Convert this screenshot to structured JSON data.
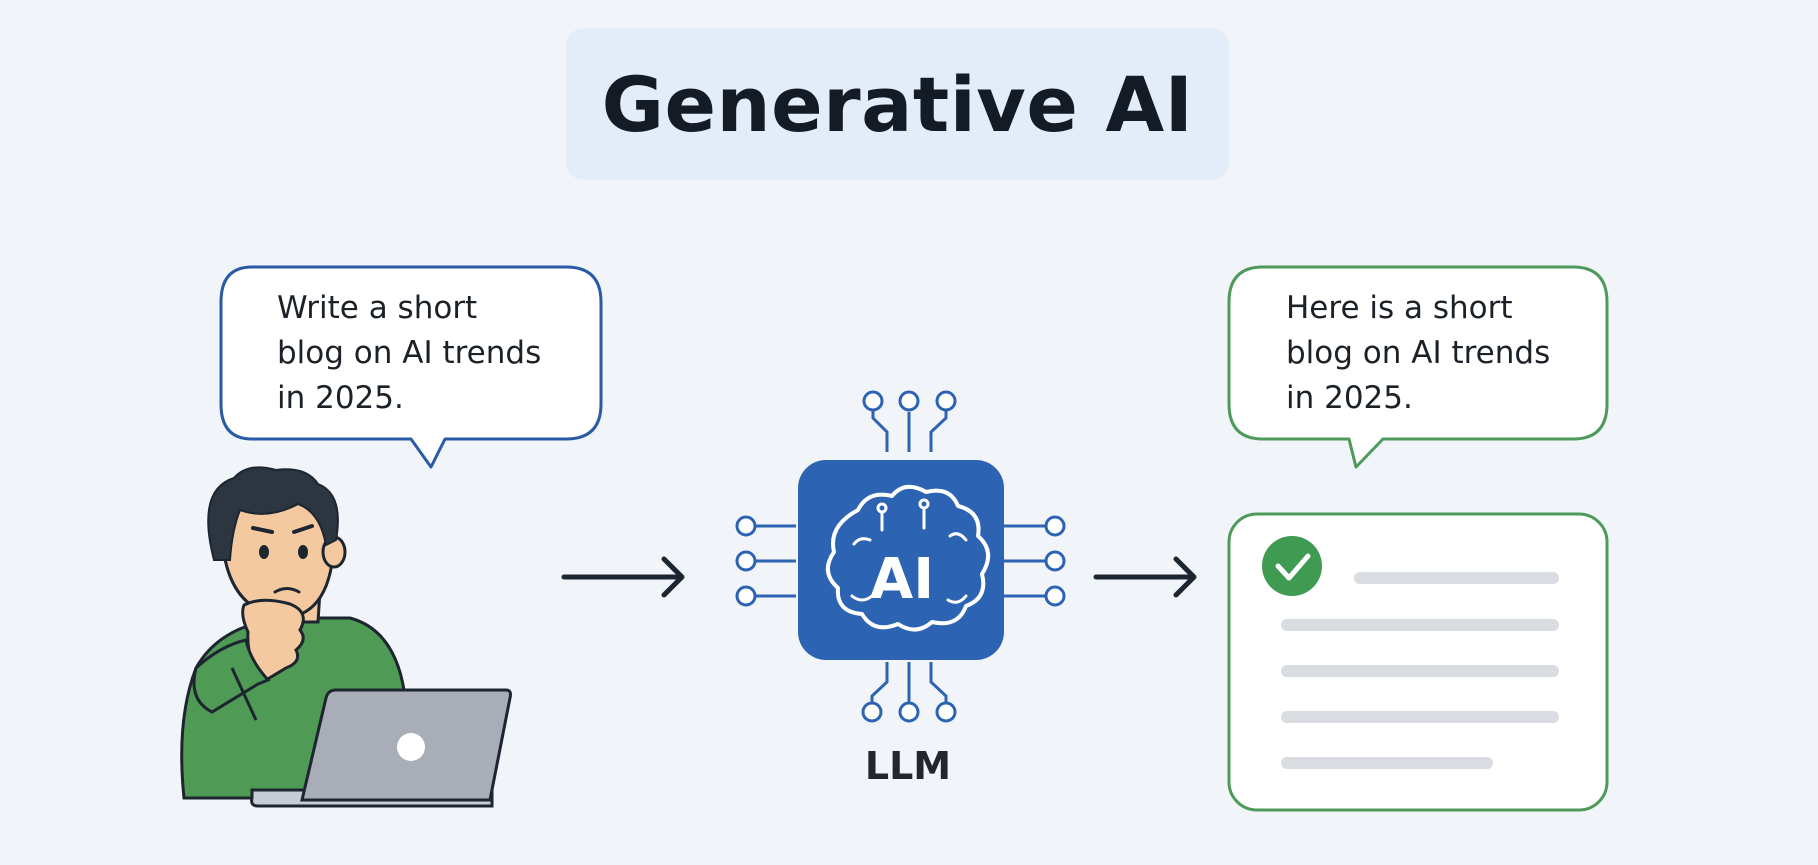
{
  "title": "Generative AI",
  "prompt_bubble": {
    "text": "Write a short\nblog on AI trends\nin 2025."
  },
  "response_bubble": {
    "text": "Here is a short\nblog on AI trends\nin 2025."
  },
  "model": {
    "chip_text": "AI",
    "label": "LLM"
  },
  "colors": {
    "background": "#f1f5fa",
    "title_box": "#e3edf9",
    "prompt_border": "#2a5aa6",
    "response_border": "#4d9a5a",
    "chip": "#2d63b3",
    "check": "#3f9a52",
    "shirt": "#4f9a54",
    "laptop": "#a8adb8"
  },
  "icons": {
    "person": "thinking-person-icon",
    "laptop": "laptop-icon",
    "arrow": "arrow-right-icon",
    "chip": "ai-brain-chip-icon",
    "check": "check-circle-icon",
    "document": "document-icon"
  }
}
